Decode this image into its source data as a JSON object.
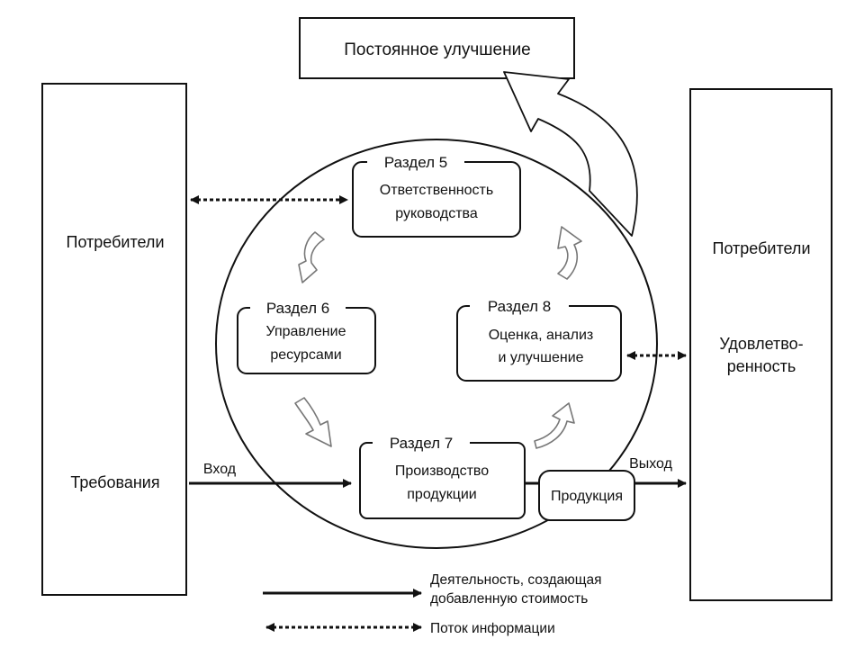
{
  "improvement": "Постоянное улучшение",
  "left_panel": {
    "top_label": "Потребители",
    "bottom_label": "Требования"
  },
  "right_panel": {
    "top_label": "Потребители",
    "middle_label_line1": "Удовлетво-",
    "middle_label_line2": "ренность"
  },
  "sections": {
    "s5": {
      "heading": "Раздел 5",
      "line1": "Ответственность",
      "line2": "руководства"
    },
    "s6": {
      "heading": "Раздел 6",
      "line1": "Управление",
      "line2": "ресурсами"
    },
    "s7": {
      "heading": "Раздел 7",
      "line1": "Производство",
      "line2": "продукции"
    },
    "s8": {
      "heading": "Раздел 8",
      "line1": "Оценка, анализ",
      "line2": "и улучшение"
    }
  },
  "product": "Продукция",
  "flow": {
    "input": "Вход",
    "output": "Выход"
  },
  "legend": {
    "value_added_line1": "Деятельность, создающая",
    "value_added_line2": "добавленную стоимость",
    "info_flow": "Поток информации"
  }
}
